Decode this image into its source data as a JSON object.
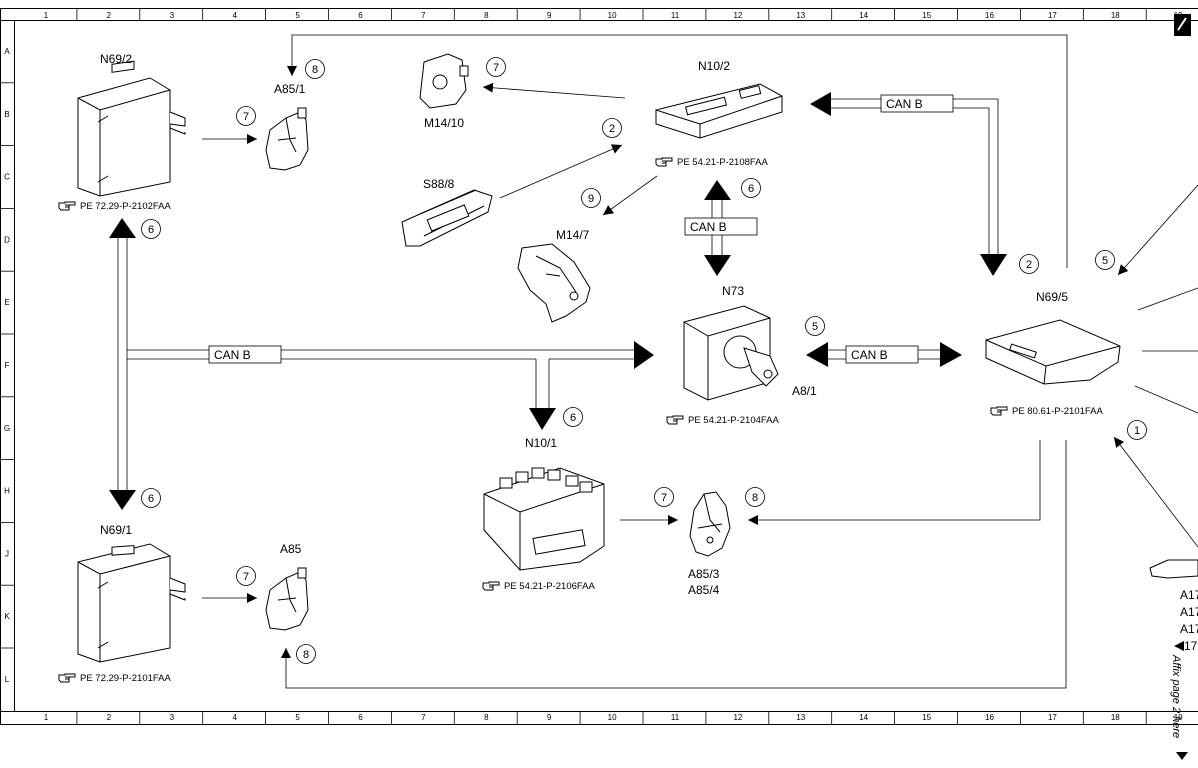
{
  "grid": {
    "columns": [
      "1",
      "2",
      "3",
      "4",
      "5",
      "6",
      "7",
      "8",
      "9",
      "10",
      "11",
      "12",
      "13",
      "14",
      "15",
      "16",
      "17",
      "18",
      "19"
    ],
    "rows": [
      "A",
      "B",
      "C",
      "D",
      "E",
      "F",
      "G",
      "H",
      "J",
      "K",
      "L"
    ]
  },
  "components": {
    "n69_2": "N69/2",
    "a85_1": "A85/1",
    "m14_10": "M14/10",
    "n10_2": "N10/2",
    "s88_8": "S88/8",
    "m14_7": "M14/7",
    "n73": "N73",
    "a8_1": "A8/1",
    "n69_5": "N69/5",
    "n10_1": "N10/1",
    "a85_3": "A85/3",
    "a85_4": "A85/4",
    "n69_1": "N69/1",
    "a85": "A85",
    "a17_1": "A17",
    "a17_2": "A17",
    "a17_3": "A17",
    "a17_4": "17"
  },
  "refs": {
    "n69_2": "PE 72.29-P-2102FAA",
    "n10_2": "PE 54.21-P-2108FAA",
    "n73": "PE 54.21-P-2104FAA",
    "n69_5": "PE 80.61-P-2101FAA",
    "n10_1": "PE 54.21-P-2106FAA",
    "n69_1": "PE 72.29-P-2101FAA"
  },
  "bus": {
    "can_b_1": "CAN B",
    "can_b_2": "CAN B",
    "can_b_3": "CAN B",
    "can_b_4": "CAN B"
  },
  "circles": {
    "c_a85_1_top": "8",
    "c_n69_2_a85_1": "7",
    "c_m14_10": "7",
    "c_s88_8": "2",
    "c_m14_7": "9",
    "c_can_vert": "6",
    "c_n69_5_top": "2",
    "c_right_top": "5",
    "c_n69_2_down": "6",
    "c_n73_a8": "5",
    "c_n10_1": "6",
    "c_n69_1": "6",
    "c_n10_1_a85_3": "7",
    "c_a85_3": "8",
    "c_right_1": "1",
    "c_n69_1_a85": "7",
    "c_a85_bottom": "8"
  },
  "side_note": "Affix page 2 here"
}
